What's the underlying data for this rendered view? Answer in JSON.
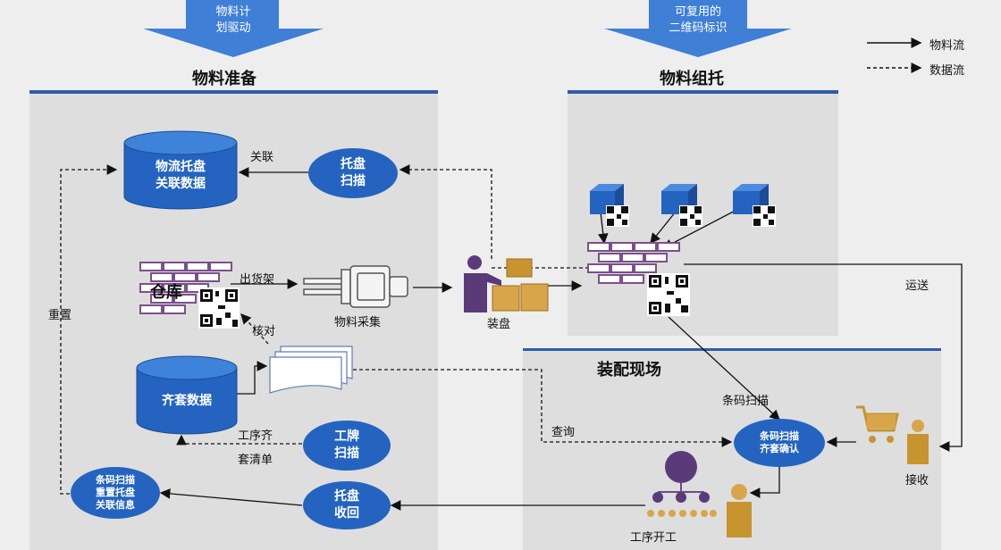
{
  "top_arrows": {
    "material_plan_driven": [
      "物料计",
      "划驱动"
    ],
    "reusable_qr": [
      "可复用的",
      "二维码标识"
    ]
  },
  "legend": {
    "material_flow": "物料流",
    "data_flow": "数据流"
  },
  "sections": {
    "material_prep": "物料准备",
    "material_pallet": "物料组托",
    "assembly_site": "装配现场"
  },
  "nodes": {
    "pallet_db": [
      "物流托盘",
      "关联数据"
    ],
    "pallet_scan": [
      "托盘",
      "扫描"
    ],
    "kit_db": "齐套数据",
    "worksheet_scan": [
      "工牌",
      "扫描"
    ],
    "barcode_reset": [
      "条码扫描",
      "重置托盘",
      "关联信息"
    ],
    "pallet_recycle": [
      "托盘",
      "收回"
    ],
    "barcode_confirm": [
      "条码扫描",
      "齐套确认"
    ]
  },
  "labels": {
    "associate": "关联",
    "warehouse": "仓库",
    "shelf_out": "出货架",
    "material_collect": "物料采集",
    "verify": "核对",
    "reset": "重置",
    "process_kit": "工序齐",
    "kit_list": "套清单",
    "loading": "装盘",
    "transport": "运送",
    "barcode_scan": "条码扫描",
    "query": "查询",
    "receive": "接收",
    "process_start": "工序开工"
  }
}
